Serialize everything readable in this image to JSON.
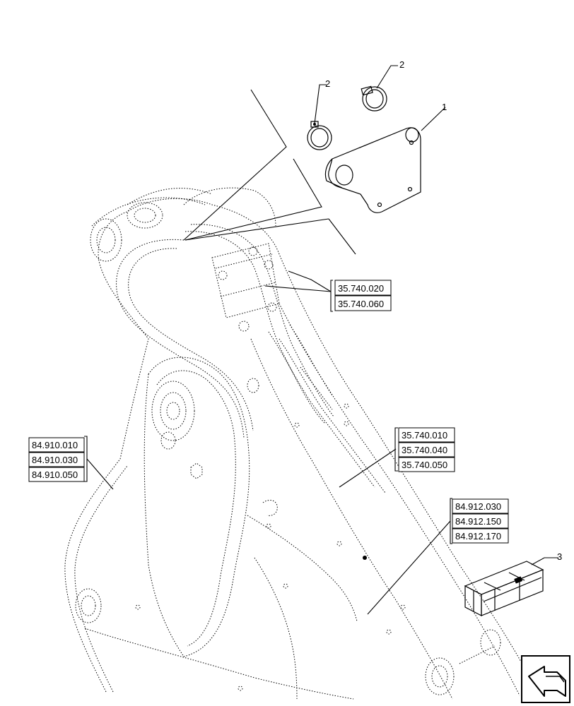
{
  "ref_groups": {
    "g1": [
      "35.740.020",
      "35.740.060"
    ],
    "g2": [
      "35.740.010",
      "35.740.040",
      "35.740.050"
    ],
    "g3": [
      "84.910.010",
      "84.910.030",
      "84.910.050"
    ],
    "g4": [
      "84.912.030",
      "84.912.150",
      "84.912.170"
    ]
  },
  "callouts": {
    "part1": "1",
    "part2a": "2",
    "part2b": "2",
    "part3": "3"
  },
  "icons": {
    "nav": "return-arrow-icon"
  }
}
